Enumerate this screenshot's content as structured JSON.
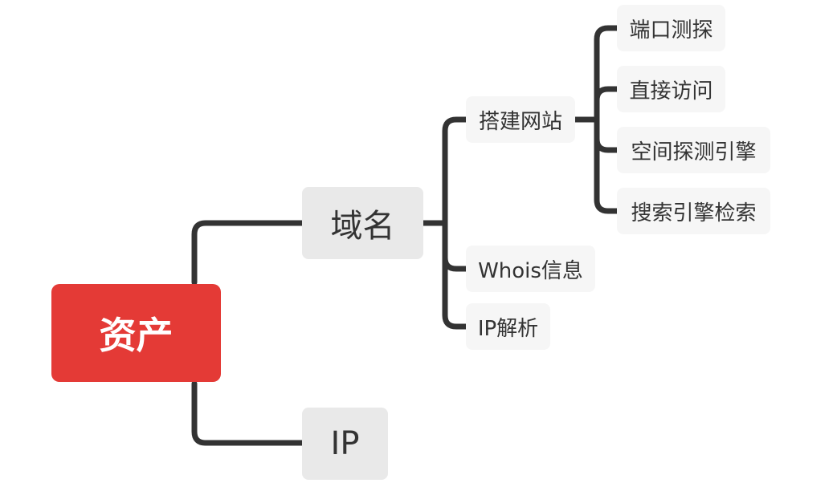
{
  "mindmap": {
    "root": {
      "label": "资产",
      "color": "#e43a36"
    },
    "branch_color": "#333333",
    "children": [
      {
        "label": "域名",
        "children": [
          {
            "label": "搭建网站",
            "children": [
              {
                "label": "端口测探"
              },
              {
                "label": "直接访问"
              },
              {
                "label": "空间探测引擎"
              },
              {
                "label": "搜索引擎检索"
              }
            ]
          },
          {
            "label": "Whois信息"
          },
          {
            "label": "IP解析"
          }
        ]
      },
      {
        "label": "IP"
      }
    ]
  }
}
